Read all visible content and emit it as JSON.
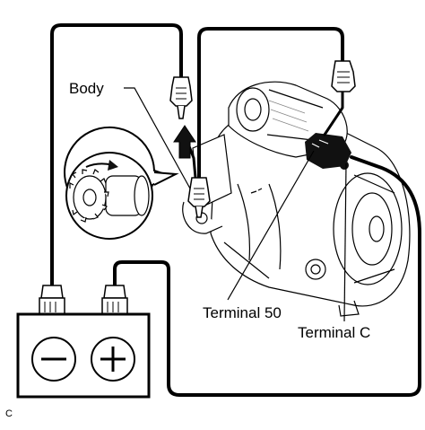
{
  "labels": {
    "body": "Body",
    "terminal_50": "Terminal 50",
    "terminal_c": "Terminal C",
    "figure_code": "C"
  },
  "battery": {
    "negative_symbol": "minus-sign-icon",
    "positive_symbol": "plus-sign-icon"
  },
  "icons": [
    "pinion-gear-icon",
    "up-arrow-icon",
    "clip-connector-icon",
    "starter-motor-icon",
    "battery-icon"
  ],
  "colors": {
    "line": "#000000",
    "background": "#ffffff",
    "shading": "#cfcfcf"
  }
}
